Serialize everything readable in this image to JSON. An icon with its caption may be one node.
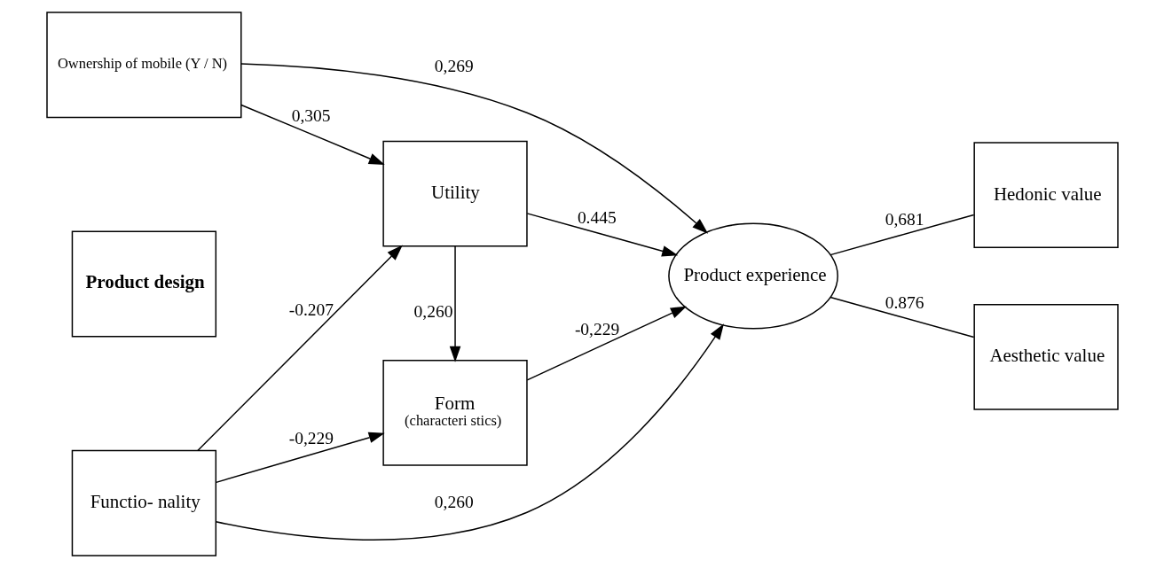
{
  "diagram": {
    "nodes": [
      {
        "text": [
          "Ownership of mobile (Y / N)"
        ]
      },
      {
        "text": [
          "Hedonic value"
        ]
      },
      {
        "text": [
          "Utility"
        ]
      },
      {
        "text": [
          "Product experience"
        ]
      },
      {
        "text": [
          "Aesthetic value"
        ]
      },
      {
        "text": [
          "Product design"
        ]
      },
      {
        "text": [
          "Functio- nality"
        ]
      },
      {
        "text": [
          "Form",
          "(characteri stics)"
        ]
      }
    ],
    "edges": [
      {
        "from": 0,
        "to": 3,
        "arrow": "to",
        "label": "0,269"
      },
      {
        "from": 0,
        "to": 2,
        "arrow": "to",
        "label": "0,305"
      },
      {
        "from": 2,
        "to": 3,
        "arrow": "to",
        "label": "0.445"
      },
      {
        "from": 2,
        "to": 7,
        "arrow": "to",
        "label": "0,260"
      },
      {
        "from": 6,
        "to": 2,
        "arrow": "to",
        "label": "-0.207"
      },
      {
        "from": 6,
        "to": 3,
        "arrow": "to",
        "label": "0,260"
      },
      {
        "from": 6,
        "to": 7,
        "arrow": "to",
        "label": "-0,229"
      },
      {
        "from": 7,
        "to": 3,
        "arrow": "to",
        "label": "-0,229"
      },
      {
        "from": 3,
        "to": 1,
        "arrow": "none",
        "label": "0,681"
      },
      {
        "from": 3,
        "to": 4,
        "arrow": "none",
        "label": "0.876"
      }
    ]
  }
}
